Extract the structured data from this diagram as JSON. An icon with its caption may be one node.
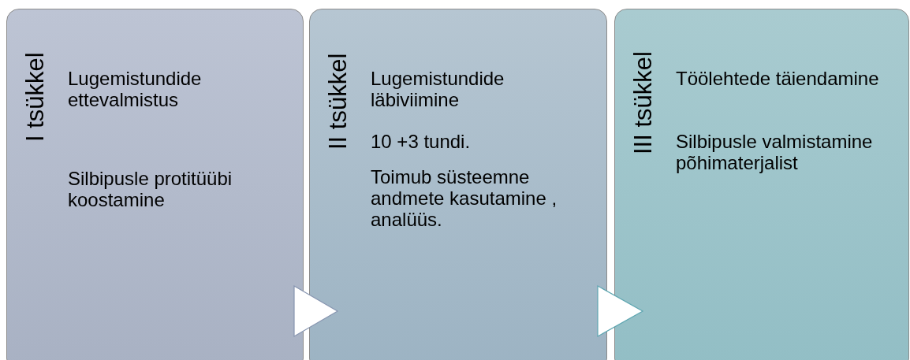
{
  "diagram": {
    "nodes": [
      {
        "text": [
          "I tsükkel",
          "Lugemistundide ettevalmistus",
          "Silbipusle protitüübi koostamine"
        ]
      },
      {
        "text": [
          "II tsükkel",
          "Lugemistundide läbiviimine",
          "10 +3 tundi.",
          "Toimub süsteemne andmete kasutamine , analüüs."
        ]
      },
      {
        "text": [
          "III tsükkel",
          "Töölehtede täiendamine",
          "Silbipusle valmistamine põhimaterjalist"
        ]
      }
    ],
    "edges": [
      {
        "from": 0,
        "to": 1,
        "arrow": "to"
      },
      {
        "from": 1,
        "to": 2,
        "arrow": "to"
      }
    ]
  }
}
